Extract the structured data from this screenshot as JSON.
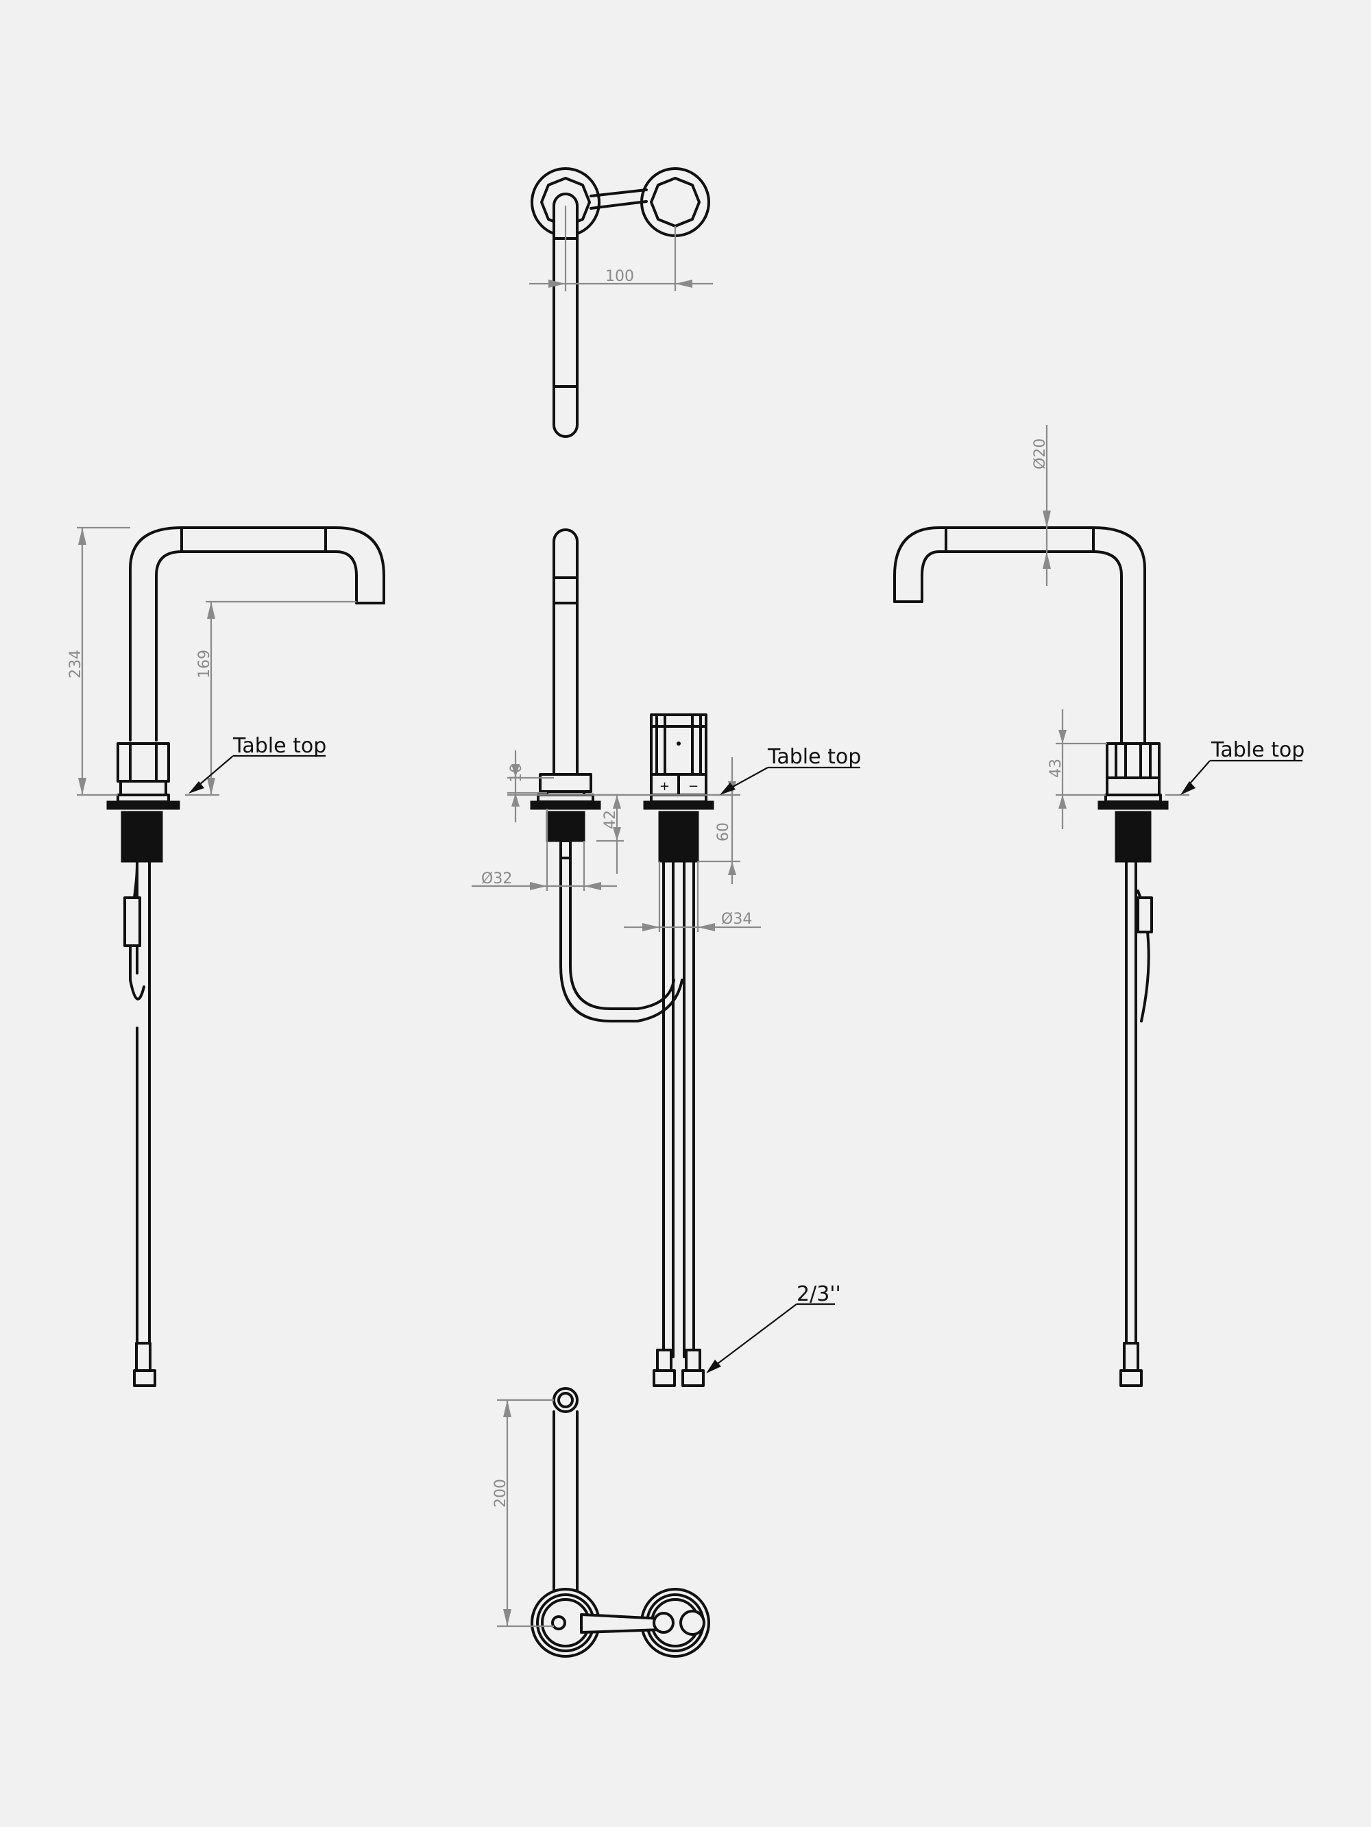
{
  "dimensions": {
    "spacing": "100",
    "height_total": "234",
    "spout_clearance": "169",
    "tube_diameter": "Ø20",
    "handle_height": "43",
    "nut_height": "10",
    "body_depth": "42",
    "valve_depth": "60",
    "body_diameter": "Ø32",
    "valve_diameter": "Ø34",
    "spout_reach": "200"
  },
  "labels": {
    "table_top_left": "Table top",
    "table_top_center": "Table top",
    "table_top_right": "Table top",
    "connection": "2/3''"
  }
}
